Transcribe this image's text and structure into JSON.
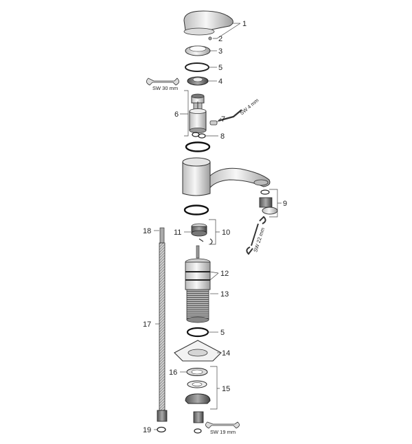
{
  "callouts": {
    "c1": "1",
    "c2": "2",
    "c3": "3",
    "c5a": "5",
    "c4": "4",
    "c6": "6",
    "c7": "7",
    "c8": "8",
    "c9": "9",
    "c10": "10",
    "c11": "11",
    "c12": "12",
    "c13": "13",
    "c5b": "5",
    "c14": "14",
    "c15": "15",
    "c16": "16",
    "c17": "17",
    "c18": "18",
    "c19": "19"
  },
  "tools": {
    "sw30": "SW 30 mm",
    "sw4": "SW 4 mm",
    "sw22": "SW 22 mm",
    "sw19": "SW 19 mm"
  }
}
